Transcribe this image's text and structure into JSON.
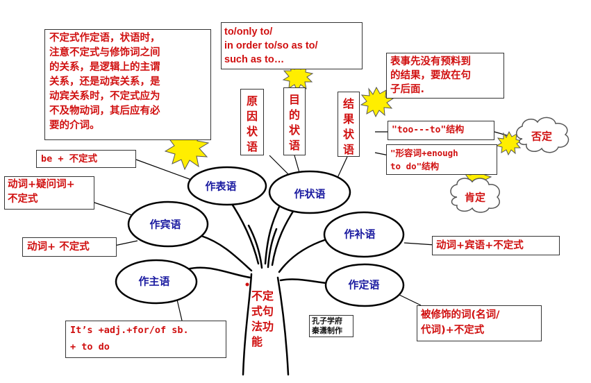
{
  "center_label": [
    "不定",
    "式句",
    "法功",
    "能"
  ],
  "nodes": {
    "subject": "作主语",
    "object": "作宾语",
    "predicative": "作表语",
    "adverbial": "作状语",
    "complement": "作补语",
    "attributive": "作定语"
  },
  "notes": {
    "attributive_note": [
      "不定式作定语，状语时，",
      "注意不定式与修饰词之间",
      "的关系，是逻辑上的主谓",
      "关系，还是动宾关系，是",
      "动宾关系时，不定式应为",
      "不及物动词，其后应有必",
      "要的介词。"
    ],
    "purpose_phrases": [
      "to/only to/",
      "in order to/so as to/",
      "such as to…"
    ],
    "result_note": [
      "表事先没有预料到",
      "的结果，要放在句",
      "子后面."
    ],
    "predicative_form": "be + 不定式",
    "object_form_1": [
      "动词+疑问词+",
      "不定式"
    ],
    "object_form_2": "动词+ 不定式",
    "subject_form": [
      "It’s +adj.+for/of sb.",
      "+ to do"
    ],
    "complement_form": "动词+宾语+不定式",
    "attributive_form": [
      "被修饰的词(名词/",
      "代词)+不定式"
    ],
    "too_to": "\"too---to\"结构",
    "enough_to": [
      "\"形容词+enough",
      "to do\"结构"
    ]
  },
  "adverbial_types": {
    "reason": [
      "原",
      "因",
      "状",
      "语"
    ],
    "purpose": [
      "目",
      "的",
      "状",
      "语"
    ],
    "result": [
      "结",
      "果",
      "状",
      "语"
    ]
  },
  "clouds": {
    "negative": "否定",
    "affirmative": "肯定"
  },
  "credit": [
    "孔子学府",
    "秦潇制作"
  ],
  "colors": {
    "note_text": "#d01010",
    "node_text": "#1a1aa0",
    "burst": "#ffee00",
    "line": "#000000"
  }
}
